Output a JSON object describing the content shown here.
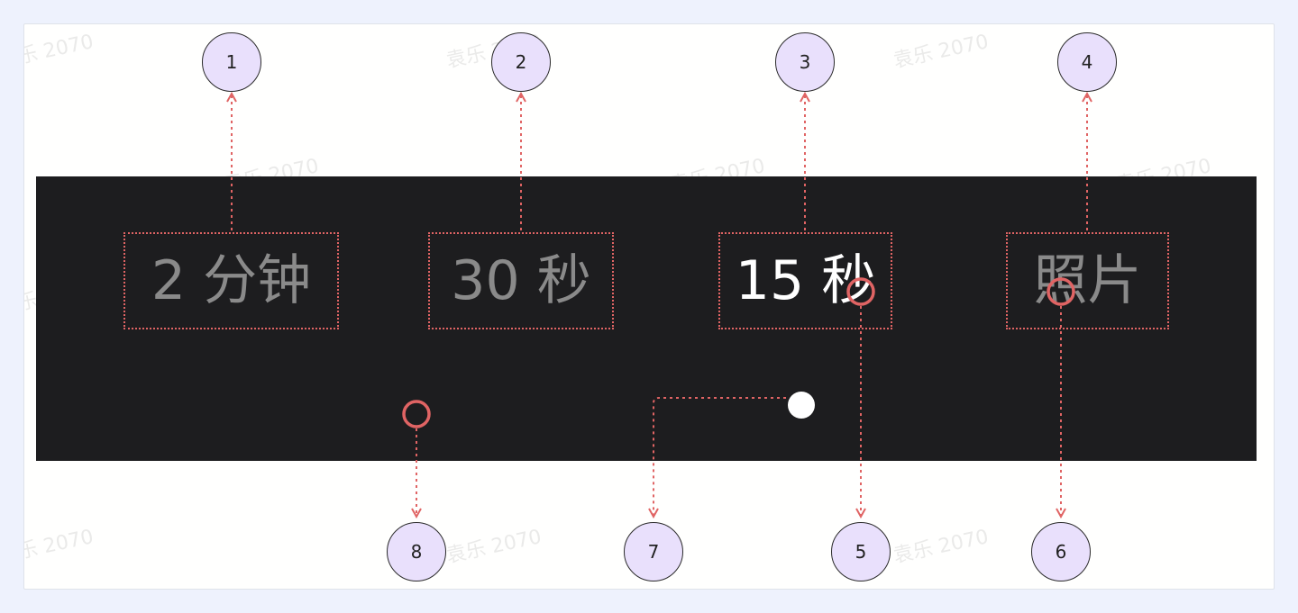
{
  "tabs": [
    {
      "label": "2 分钟",
      "state": "inactive",
      "color": "#8a8a8a"
    },
    {
      "label": "30 秒",
      "state": "inactive",
      "color": "#8a8a8a"
    },
    {
      "label": "15 秒",
      "state": "selected",
      "color": "#ffffff"
    },
    {
      "label": "照片",
      "state": "inactive",
      "color": "#8a8a8a"
    }
  ],
  "callouts": [
    "1",
    "2",
    "3",
    "4",
    "5",
    "6",
    "7",
    "8"
  ],
  "watermark": "袁乐 2070",
  "colors": {
    "page_background": "#eef2fd",
    "card_background": "#fffffe",
    "dark_strip": "#1d1d1f",
    "annotation_red": "#e06464",
    "callout_fill": "#e9e0fc",
    "inactive_text": "#8a8a8a",
    "active_text": "#ffffff"
  }
}
